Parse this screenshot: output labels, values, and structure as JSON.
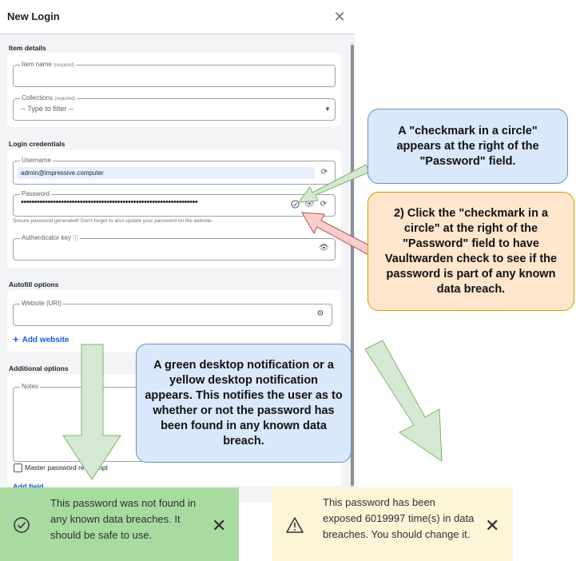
{
  "dialog": {
    "title": "New Login",
    "sections": {
      "item_details": "Item details",
      "login_credentials": "Login credentials",
      "autofill_options": "Autofill options",
      "additional_options": "Additional options"
    },
    "fields": {
      "item_name": {
        "label": "Item name",
        "required": "(required)",
        "value": ""
      },
      "collections": {
        "label": "Collections",
        "required": "(required)",
        "placeholder": "-- Type to filter --"
      },
      "username": {
        "label": "Username",
        "value": "admin@impressive.computer"
      },
      "password": {
        "label": "Password",
        "value": "••••••••••••••••••••••••••••••••••••••••••••••••••••••••••••••••••"
      },
      "password_hint": "Secure password generated! Don't forget to also update your password on the website.",
      "authenticator": {
        "label": "Authenticator key"
      },
      "website": {
        "label": "Website (URI)",
        "value": ""
      },
      "notes": {
        "label": "Notes",
        "value": ""
      }
    },
    "add_website": "Add website",
    "master_reprompt": "Master password re-prompt",
    "add_field": "Add field"
  },
  "callouts": {
    "checkmark_appears": "A \"checkmark in a circle\" appears at the right of the \"Password\" field.",
    "click_checkmark": "2) Click the \"checkmark in a circle\" at the right of the \"Password\" field to have Vaultwarden check to see if the password is part of any known data breach.",
    "notification_info": "A green desktop notification or a yellow desktop notification appears.  This notifies the user as to whether or not the password has been found in any known data breach."
  },
  "notifications": {
    "safe": "This password was not found in any known data breaches. It should be safe to use.",
    "exposed": "This password has been exposed 6019997 time(s) in data breaches. You should change it."
  },
  "colors": {
    "callout_blue_bg": "#dae8fc",
    "callout_blue_border": "#6c8ebf",
    "callout_orange_bg": "#ffe6cc",
    "callout_orange_border": "#d79b00",
    "arrow_green_fill": "#d5e8d4",
    "arrow_green_stroke": "#82b366",
    "arrow_red_fill": "#f8cecc",
    "arrow_red_stroke": "#b85450",
    "toast_green_bg": "#a9dba1",
    "toast_yellow_bg": "#fdf5d8",
    "link_blue": "#175ddc"
  }
}
